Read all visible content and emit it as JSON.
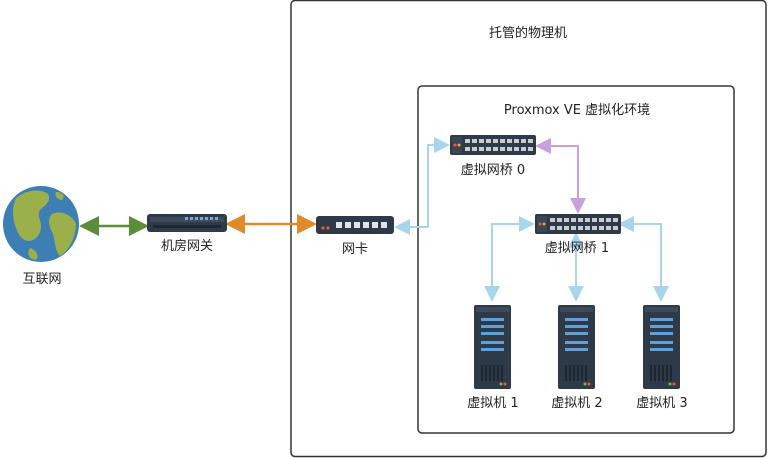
{
  "labels": {
    "internet": "互联网",
    "gateway": "机房网关",
    "nic": "网卡",
    "host_box": "托管的物理机",
    "pve_box": "Proxmox VE 虚拟化环境",
    "bridge0": "虚拟网桥 0",
    "bridge1": "虚拟网桥 1",
    "vm1": "虚拟机 1",
    "vm2": "虚拟机 2",
    "vm3": "虚拟机 3"
  },
  "colors": {
    "link_green": "#5b8c3a",
    "link_orange": "#e08a2a",
    "link_lightblue": "#a8d4ec",
    "link_purple": "#c9a0dc",
    "device_dark": "#2f3a48",
    "globe_ocean": "#3d7fb5",
    "globe_land": "#9bb04a"
  },
  "icons": [
    "globe-icon",
    "router-icon",
    "switch-icon",
    "server-icon"
  ]
}
